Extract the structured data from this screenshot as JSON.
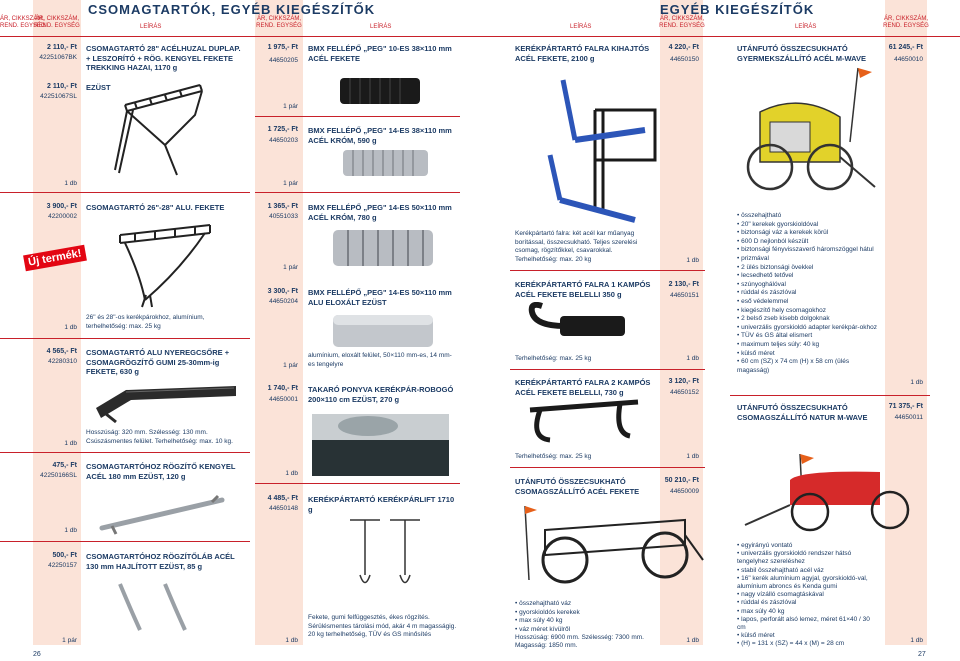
{
  "header": {
    "left_title": "CSOMAGTARTÓK, EGYÉB KIEGÉSZÍTŐK",
    "right_title": "EGYÉB KIEGÉSZÍTŐK",
    "price_label_1": "ÁR, CIKKSZÁM,",
    "price_label_2": "REND. EGYSÉG",
    "desc_label": "LEÍRÁS"
  },
  "products": {
    "p1": {
      "price": "2 110,- Ft",
      "code": "42251067BK",
      "name": "CSOMAGTARTÓ 28\" ACÉLHUZAL DUPLAP. + LESZORÍTÓ + RÖG. KENGYEL FEKETE TREKKING HAZAI, 1170 g"
    },
    "p1b": {
      "price": "2 110,- Ft",
      "code": "42251067SL",
      "name": "EZÜST",
      "unit": "1 db"
    },
    "p2": {
      "price": "3 900,- Ft",
      "code": "42200002",
      "name": "CSOMAGTARTÓ 26\"-28\" ALU. FEKETE",
      "desc": "26\" és 28\"-os kerékpárokhoz, alumínium, terhelhetőség: max. 25 kg",
      "unit": "1 db",
      "badge": "Új termék!"
    },
    "p3": {
      "price": "4 565,- Ft",
      "code": "42280310",
      "name": "CSOMAGTARTÓ ALU NYEREGCSŐRE + CSOMAGRÖGZÍTŐ GUMI 25-30mm-ig FEKETE, 630 g",
      "desc": "Hosszúság: 320 mm. Szélesség: 130 mm. Csúszásmentes felület. Terhelhetőség: max. 10 kg.",
      "unit": "1 db"
    },
    "p4": {
      "price": "475,- Ft",
      "code": "42250166SL",
      "name": "CSOMAGTARTÓHOZ RÖGZÍTŐ KENGYEL ACÉL 180 mm EZÜST, 120 g",
      "unit": "1 db"
    },
    "p5": {
      "price": "500,- Ft",
      "code": "42250157",
      "name": "CSOMAGTARTÓHOZ RÖGZÍTŐLÁB ACÉL 130 mm HAJLÍTOTT EZÜST, 85 g",
      "unit": "1 pár"
    },
    "p6": {
      "price": "1 975,- Ft",
      "code": "44650205",
      "name": "BMX FELLÉPŐ „PEG\" 10-ES 38×110 mm ACÉL FEKETE",
      "unit": "1 pár"
    },
    "p7": {
      "price": "1 725,- Ft",
      "code": "44650203",
      "name": "BMX FELLÉPŐ „PEG\" 14-ES 38×110 mm ACÉL KRÓM, 590 g",
      "unit": "1 pár"
    },
    "p8": {
      "price": "1 365,- Ft",
      "code": "40551033",
      "name": "BMX FELLÉPŐ „PEG\" 14-ES 50×110 mm ACÉL KRÓM, 780 g",
      "unit": "1 pár"
    },
    "p9": {
      "price": "3 300,- Ft",
      "code": "44650204",
      "name": "BMX FELLÉPŐ „PEG\" 14-ES 50×110 mm ALU ELOXÁLT EZÜST",
      "desc": "alumínium, eloxált felület, 50×110 mm-es, 14 mm-es tengelyre",
      "unit": "1 pár"
    },
    "p10": {
      "price": "1 740,- Ft",
      "code": "44650001",
      "name": "TAKARÓ PONYVA KERÉKPÁR-ROBOGÓ 200×110 cm EZÜST, 270 g",
      "unit": "1 db"
    },
    "p11": {
      "price": "4 485,- Ft",
      "code": "44650148",
      "name": "KERÉKPÁRTARTÓ KERÉKPÁRLIFT 1710 g",
      "desc": "Fekete, gumi felfüggesztés, ékes rögzítés. Sérülésmentes tárolási mód, akár 4 m magasságig. 20 kg terhelhetőség, TÜV és GS minősítés",
      "unit": "1 db"
    },
    "p12": {
      "price": "4 220,- Ft",
      "code": "44650150",
      "name": "KERÉKPÁRTARTÓ FALRA KIHAJTÓS ACÉL FEKETE, 2100 g",
      "desc": "Kerékpártartó falra: két acél kar műanyag borítással, összecsukható. Teljes szerelési csomag, rögzítőkkel, csavarokkal. Terhelhetőség: max. 20 kg",
      "unit": "1 db"
    },
    "p13": {
      "price": "2 130,- Ft",
      "code": "44650151",
      "name": "KERÉKPÁRTARTÓ FALRA 1 KAMPÓS ACÉL FEKETE BELELLI 350 g",
      "desc": "Terhelhetőség: max. 25 kg",
      "unit": "1 db"
    },
    "p14": {
      "price": "3 120,- Ft",
      "code": "44650152",
      "name": "KERÉKPÁRTARTÓ FALRA 2 KAMPÓS ACÉL FEKETE BELELLI, 730 g",
      "desc": "Terhelhetőség: max. 25 kg",
      "unit": "1 db"
    },
    "p15": {
      "price": "50 210,- Ft",
      "code": "44650009",
      "name": "UTÁNFUTÓ ÖSSZECSUKHATÓ CSOMAGSZÁLLÍTÓ ACÉL FEKETE",
      "unit": "1 db",
      "features": [
        "összehajtható váz",
        "gyorskioldós kerekek",
        "max súly 40 kg",
        "váz méret kívülről"
      ],
      "desc": "Hosszúság: 6900 mm. Szélesség: 7300 mm. Magasság: 1850 mm."
    },
    "p16": {
      "price": "61 245,- Ft",
      "code": "44650010",
      "name": "UTÁNFUTÓ ÖSSZECSUKHATÓ GYERMEKSZÁLLÍTÓ ACÉL M-WAVE",
      "unit": "1 db",
      "features": [
        "összehajtható",
        "20\" kerekek gyorskioldóval",
        "biztonsági váz a kerekek körül",
        "600 D nejlonból készült",
        "biztonsági fényvisszaverő háromszöggel hátul",
        "prizmával",
        "2 ülés biztonsági övekkel",
        "lecsedhető tetővel",
        "szúnyoghálóval",
        "rúddal és zászlóval",
        "eső védelemmel",
        "kiegészítő hely csomagokhoz",
        "2 belső zseb kisebb dolgoknak",
        "univerzális gyorskioldó adapter kerékpár-okhoz",
        "TÜV és GS által elismert",
        "maximum teljes súly: 40 kg",
        "külső méret",
        "60 cm (SZ) x 74 cm (H) x 58 cm (ülés magasság)"
      ]
    },
    "p17": {
      "price": "71 375,- Ft",
      "code": "44650011",
      "name": "UTÁNFUTÓ ÖSSZECSUKHATÓ CSOMAGSZÁLLÍTÓ NATUR M-WAVE",
      "unit": "1 db",
      "features": [
        "egyirányú vontató",
        "univerzális gyorskioldó rendszer hátsó tengelyhez szereléshez",
        "stabil összehajtható acél váz",
        "16\" kerék alumínium agyjal, gyorskioldó-val, alumínium abroncs és Kenda gumi",
        "nagy vízálló csomagtáskával",
        "rúddal és zászlóval",
        "max súly 40 kg",
        "lapos, perforált alsó lemez, méret 61×40 / 30 cm",
        "külső méret",
        "(H) = 131 x (SZ) = 44 x (M) = 28 cm"
      ]
    }
  },
  "page_left": "26",
  "page_right": "27"
}
